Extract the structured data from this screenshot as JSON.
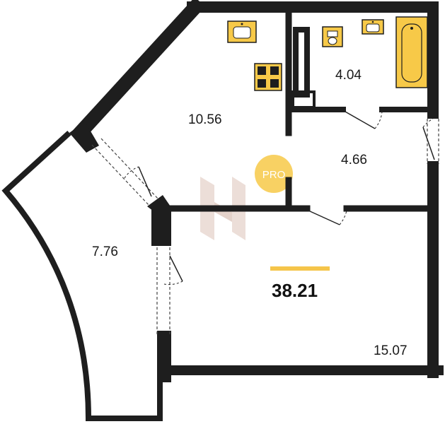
{
  "rooms": [
    {
      "id": "kitchen",
      "area": "10.56"
    },
    {
      "id": "bathroom",
      "area": "4.04"
    },
    {
      "id": "hallway",
      "area": "4.66"
    },
    {
      "id": "balcony",
      "area": "7.76"
    },
    {
      "id": "living-room",
      "area": "15.07"
    }
  ],
  "total_area": "38.21",
  "badge": {
    "text": "PRO"
  },
  "colors": {
    "wall": "#1e1e1e",
    "fixture": "#f7c948",
    "accent_bar": "#f5c54a",
    "watermark": "#e9d9d2",
    "badge": "#f7c948"
  },
  "icons": [
    "sink-icon",
    "stove-icon",
    "toilet-icon",
    "bathtub-icon",
    "door-icon",
    "window-icon",
    "watermark-logo-icon"
  ]
}
